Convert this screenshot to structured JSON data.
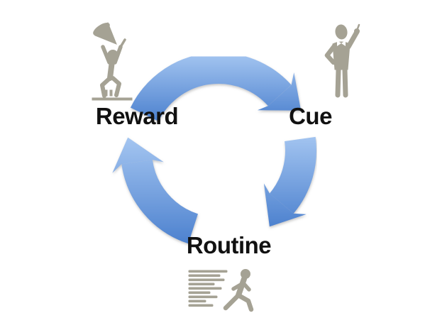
{
  "diagram": {
    "type": "cycle",
    "background": "#FFFFFF",
    "nodes": [
      {
        "id": "reward",
        "label": "Reward",
        "icon": "trophy-winner-icon",
        "position": "top-left"
      },
      {
        "id": "cue",
        "label": "Cue",
        "icon": "pointing-man-icon",
        "position": "top-right"
      },
      {
        "id": "routine",
        "label": "Routine",
        "icon": "speed-walking-icon",
        "position": "bottom-center"
      }
    ],
    "edges": [
      {
        "from": "Reward",
        "to": "Cue",
        "direction": "clockwise"
      },
      {
        "from": "Cue",
        "to": "Routine",
        "direction": "clockwise"
      },
      {
        "from": "Routine",
        "to": "Reward",
        "direction": "clockwise"
      }
    ],
    "colors": {
      "arrow_gradient_top": "#A5C6F1",
      "arrow_gradient_bottom": "#4B80CE",
      "icon_gray": "#A5A294",
      "label_text": "#111111",
      "background": "#FFFFFF"
    }
  }
}
